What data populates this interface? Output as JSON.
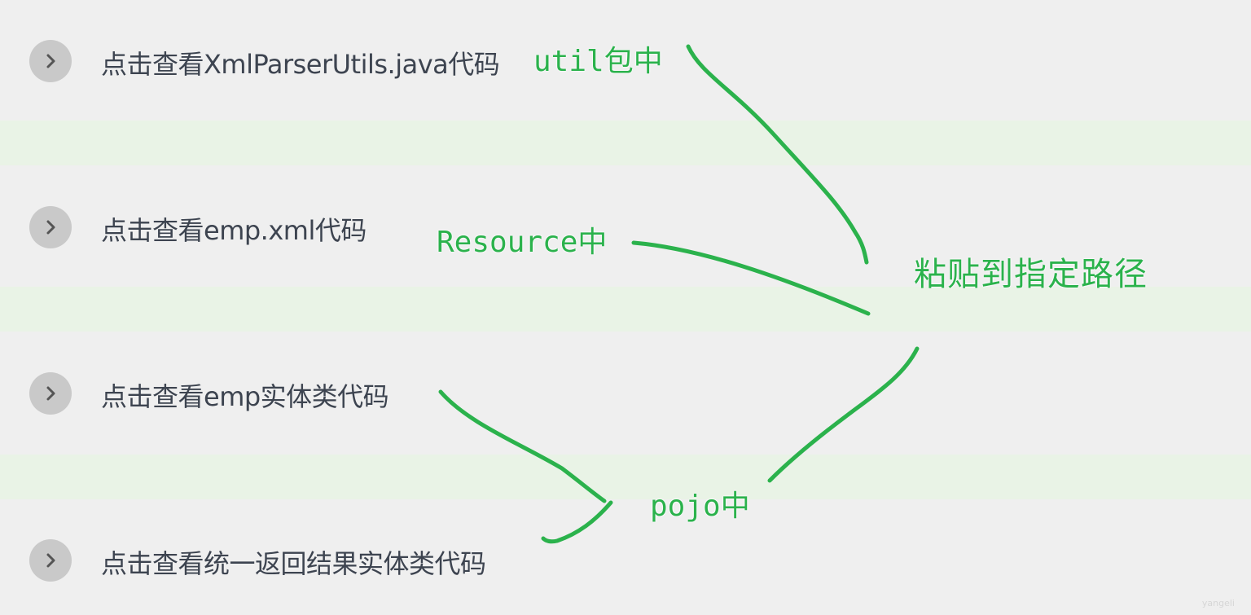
{
  "items": [
    {
      "label": "点击查看XmlParserUtils.java代码"
    },
    {
      "label": "点击查看emp.xml代码"
    },
    {
      "label": "点击查看emp实体类代码"
    },
    {
      "label": "点击查看统一返回结果实体类代码"
    }
  ],
  "annotations": {
    "util": "util包中",
    "resource": "Resource中",
    "target": "粘贴到指定路径",
    "pojo": "pojo中"
  },
  "watermark": "yangeli",
  "colors": {
    "background": "#efefef",
    "band": "#e9f3e6",
    "chevron_circle": "#c9c9c9",
    "annotation": "#2bb24c",
    "text": "#3d4450"
  },
  "icons": {
    "expand": "chevron-right-icon"
  }
}
